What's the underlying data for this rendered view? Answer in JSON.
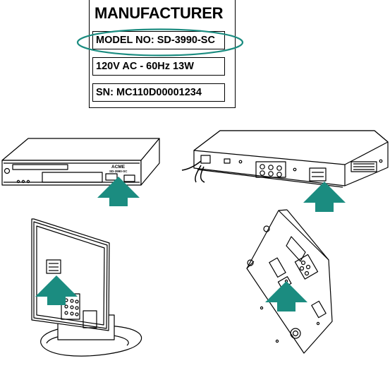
{
  "label": {
    "manufacturer": "MANUFACTURER",
    "model": "MODEL NO: SD-3990-SC",
    "power": "120V AC - 60Hz 13W",
    "serial": "SN: MC110D00001234"
  },
  "player_front": {
    "brand": "ACME",
    "model": "SD-3990-SC"
  },
  "colors": {
    "arrow": "#1b8c80",
    "highlight": "#1b8c80",
    "outline": "#000000"
  },
  "icons": [
    "up-arrow-icon",
    "dvd-player-front",
    "dvd-player-rear",
    "monitor-rear",
    "device-underside"
  ]
}
